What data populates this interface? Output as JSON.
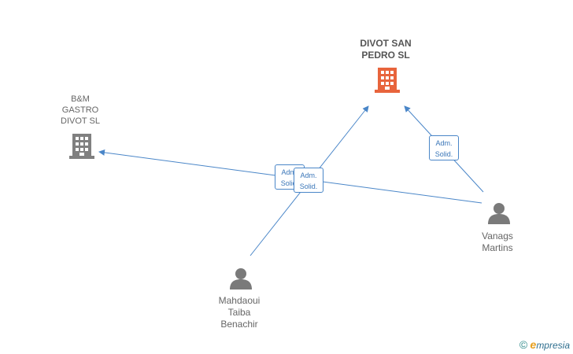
{
  "companies": [
    {
      "id": "divot_san_pedro",
      "lines": "DIVOT SAN\nPEDRO  SL",
      "color": "#e8643c"
    },
    {
      "id": "bm_gastro",
      "lines": "B&M\nGASTRO\nDIVOT  SL",
      "color": "#808080"
    }
  ],
  "persons": [
    {
      "id": "vanags",
      "lines": "Vanags\nMartins"
    },
    {
      "id": "mahdaoui",
      "lines": "Mahdaoui\nTaiba\nBenachir"
    }
  ],
  "edge_labels": [
    {
      "id": "e1",
      "text": "Adm.\nSolid."
    },
    {
      "id": "e2",
      "text": "Adm.\nSolid."
    },
    {
      "id": "e3",
      "text": "Adm.\nSolid."
    }
  ],
  "colors": {
    "edge": "#4a86c8",
    "person": "#7a7a7a"
  },
  "icons": {
    "company": "building-icon",
    "person": "person-icon"
  },
  "brand": {
    "symbol": "©",
    "initial": "e",
    "rest": "mpresia"
  }
}
